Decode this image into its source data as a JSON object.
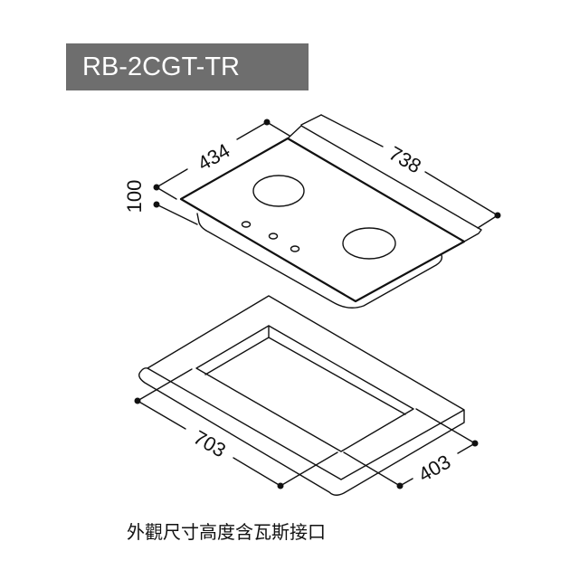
{
  "model_label": "RB-2CGT-TR",
  "caption": "外觀尺寸高度含瓦斯接口",
  "dimensions": {
    "cooktop_depth": "434",
    "cooktop_width": "738",
    "cooktop_height": "100",
    "cutout_width": "703",
    "cutout_depth": "403"
  },
  "colors": {
    "label_bg": "#6e6e6e",
    "line": "#111111"
  }
}
